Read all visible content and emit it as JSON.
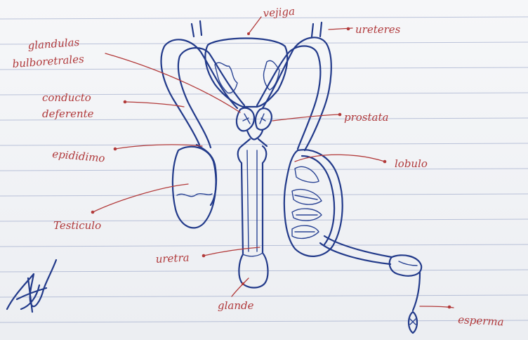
{
  "labels": {
    "vejiga": "vejiga",
    "ureteres": "ureteres",
    "glandulas_line1": "glandulas",
    "glandulas_line2": "bulboretrales",
    "conducto_line1": "conducto",
    "conducto_line2": "deferente",
    "epididimo": "epididimo",
    "testiculo": "Testiculo",
    "prostata": "prostata",
    "lobulo": "lobulo",
    "uretra": "uretra",
    "glande": "glande",
    "esperma": "esperma"
  },
  "colors": {
    "ink": "#223a8a",
    "label": "#b0393b",
    "rule": "#7f8fb8"
  }
}
